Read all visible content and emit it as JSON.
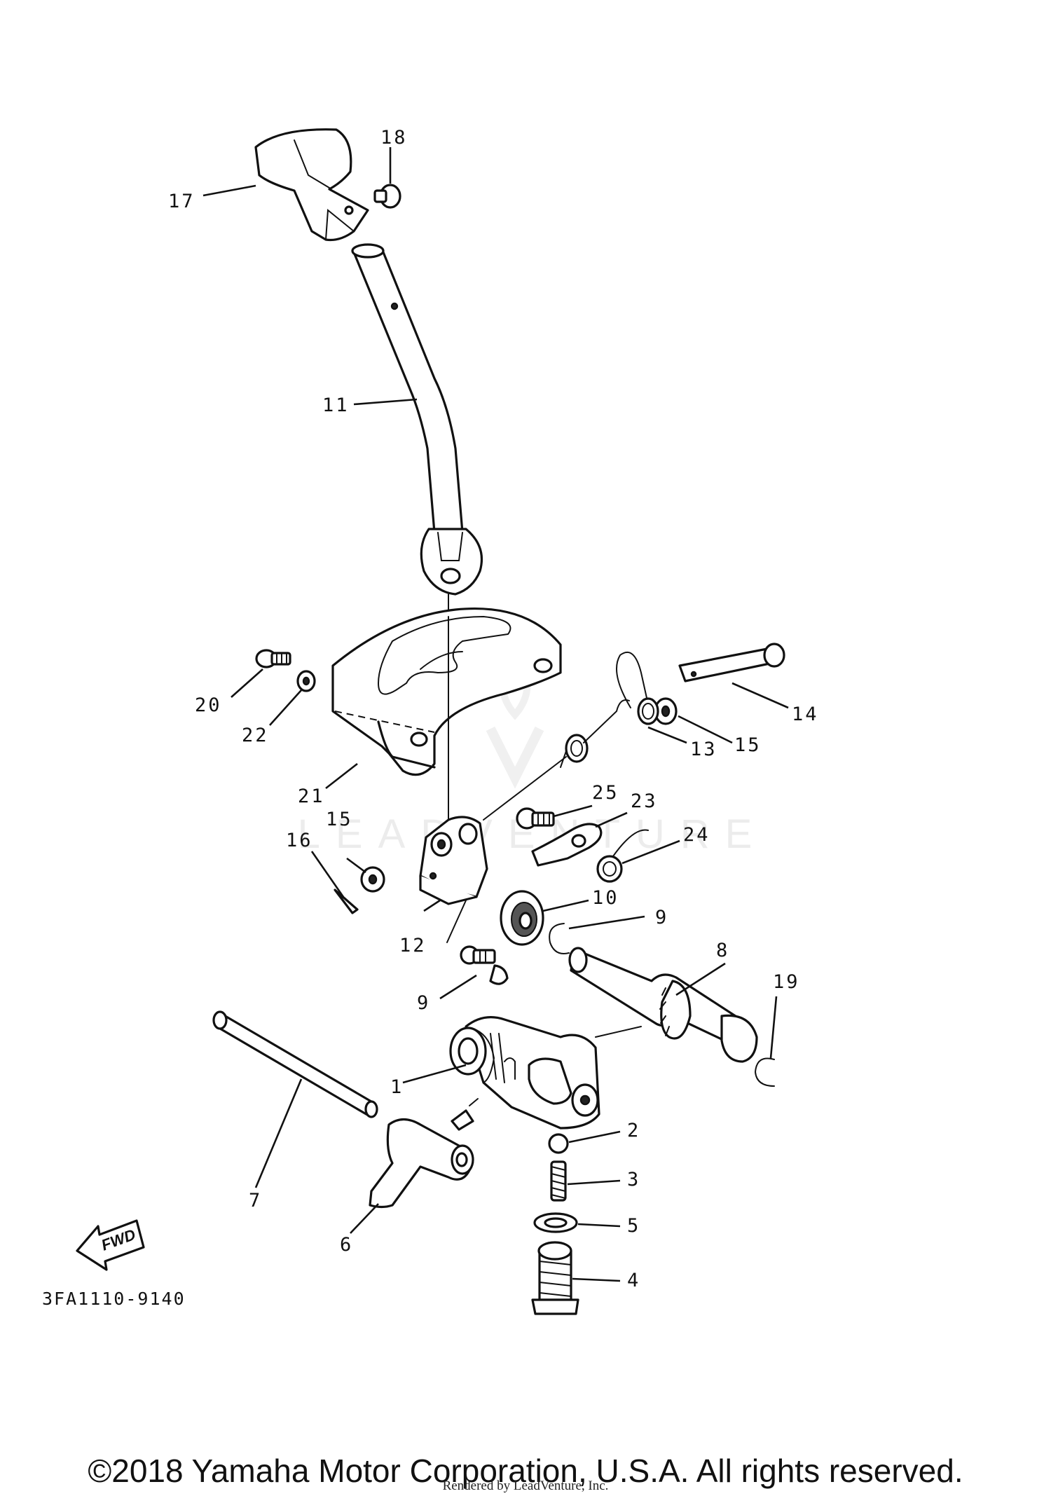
{
  "diagram": {
    "code": "3FA1110-9140",
    "direction_label": "FWD",
    "watermark": "LEADVENTURE",
    "callouts": [
      "17",
      "18",
      "11",
      "20",
      "22",
      "21",
      "14",
      "15",
      "13",
      "25",
      "23",
      "24",
      "15",
      "16",
      "12",
      "10",
      "9",
      "8",
      "19",
      "9",
      "1",
      "7",
      "2",
      "3",
      "5",
      "6",
      "4"
    ]
  },
  "footer": {
    "copyright": "©2018 Yamaha Motor Corporation, U.S.A. All rights reserved.",
    "rendered_by": "Rendered by LeadVenture, Inc."
  }
}
